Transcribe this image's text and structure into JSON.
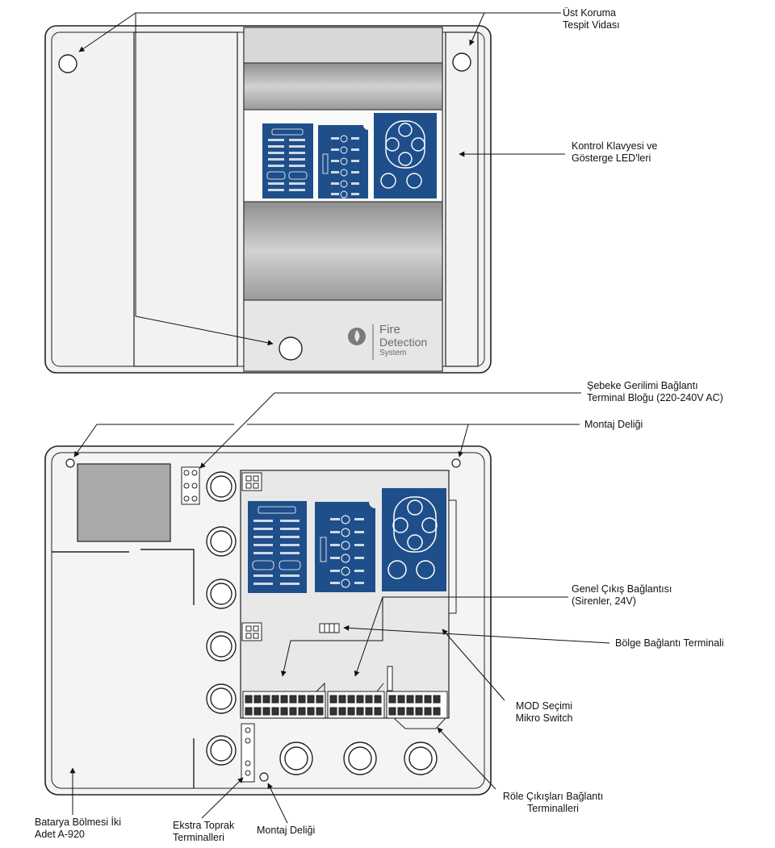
{
  "callouts": {
    "ust_koruma": {
      "line1": "Üst Koruma",
      "line2": "Tespit Vidası"
    },
    "kontrol_klavyesi": {
      "line1": "Kontrol Klavyesi ve",
      "line2": "Gösterge LED'leri"
    },
    "sebeke": {
      "line1": "Şebeke Gerilimi Bağlantı",
      "line2": "Terminal Bloğu (220-240V AC)"
    },
    "montaj_deligi_top": {
      "line1": "Montaj Deliği"
    },
    "genel_cikis": {
      "line1": "Genel Çıkış Bağlantısı",
      "line2": "(Sirenler, 24V)"
    },
    "bolge": {
      "line1": "Bölge Bağlantı Terminali"
    },
    "mod_secimi": {
      "line1": "MOD Seçimi",
      "line2": "Mikro Switch"
    },
    "role_cikislari": {
      "line1": "Röle Çıkışları Bağlantı",
      "line2": "Terminalleri"
    },
    "batarya": {
      "line1": "Batarya Bölmesi İki",
      "line2": "Adet A-920"
    },
    "ekstra_toprak": {
      "line1": "Ekstra Toprak",
      "line2": "Terminalleri"
    },
    "montaj_deligi_bottom": {
      "line1": "Montaj Deliği"
    }
  },
  "brand": {
    "line1": "Fire",
    "line2": "Detection",
    "line3": "System"
  },
  "colors": {
    "panel_blue": "#1f4f8a",
    "grey_band": "#b9b9b9",
    "board_grey": "#e8e8e8",
    "stroke": "#222222"
  }
}
